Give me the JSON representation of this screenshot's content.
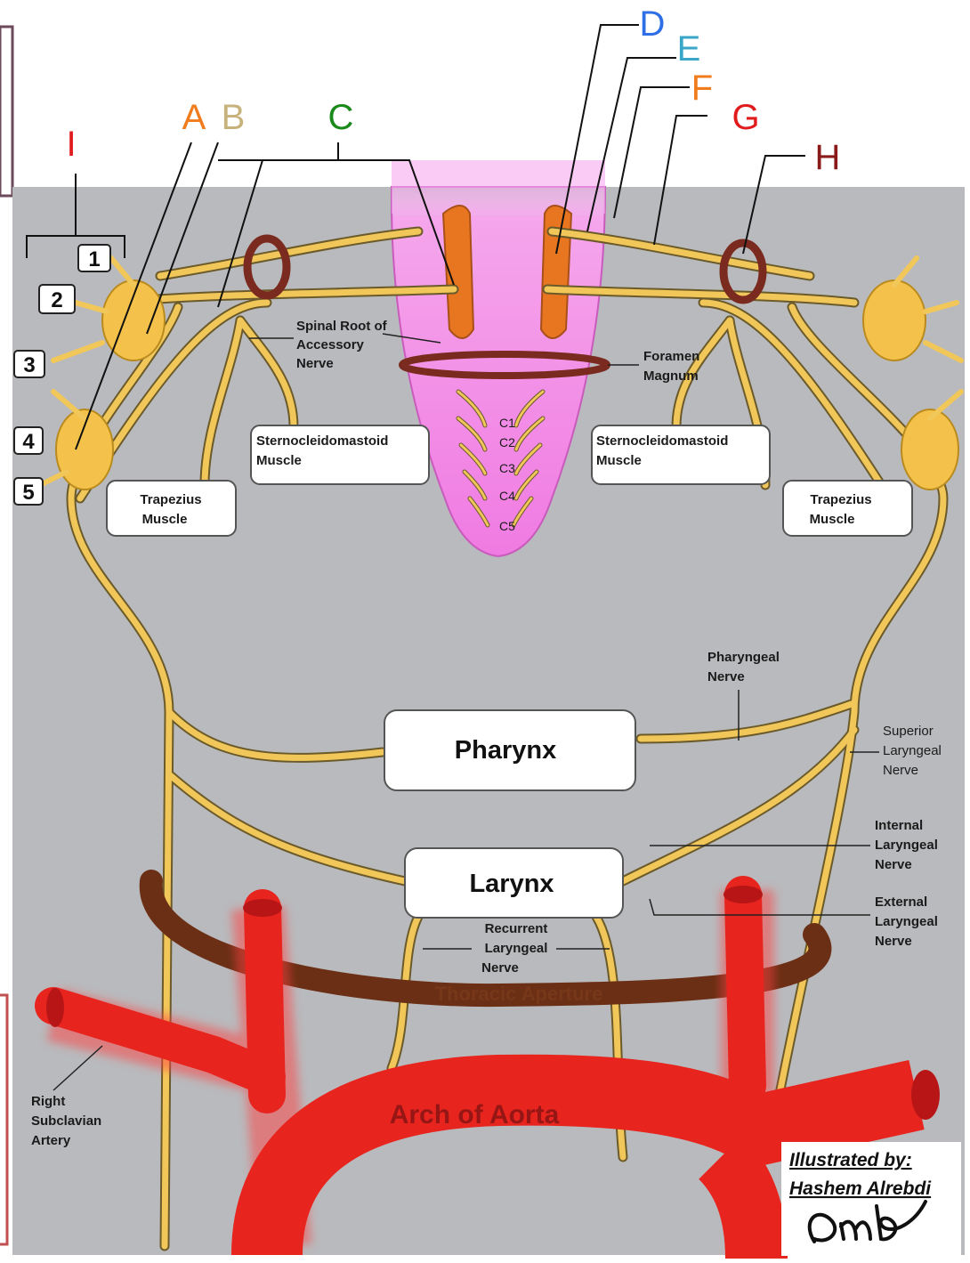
{
  "letters": {
    "A": {
      "text": "A",
      "color": "#f07c1e"
    },
    "B": {
      "text": "B",
      "color": "#c8b27c"
    },
    "C": {
      "text": "C",
      "color": "#1a8a1a"
    },
    "D": {
      "text": "D",
      "color": "#2f6fe6"
    },
    "E": {
      "text": "E",
      "color": "#3aa7c9"
    },
    "F": {
      "text": "F",
      "color": "#f07c1e"
    },
    "G": {
      "text": "G",
      "color": "#e11b1b"
    },
    "H": {
      "text": "H",
      "color": "#8a1a1a"
    },
    "I": {
      "text": "I",
      "color": "#e11b1b"
    }
  },
  "numbers": [
    "1",
    "2",
    "3",
    "4",
    "5"
  ],
  "labels": {
    "spinal_root": [
      "Spinal Root of",
      "Accessory",
      "Nerve"
    ],
    "foramen_magnum": [
      "Foramen",
      "Magnum"
    ],
    "scm_left": [
      "Sternocleidomastoid",
      "Muscle"
    ],
    "scm_right": [
      "Sternocleidomastoid",
      "Muscle"
    ],
    "trapezius_left": [
      "Trapezius",
      "Muscle"
    ],
    "trapezius_right": [
      "Trapezius",
      "Muscle"
    ],
    "cervical": [
      "C1",
      "C2",
      "C3",
      "C4",
      "C5"
    ],
    "pharyngeal_nerve": [
      "Pharyngeal",
      "Nerve"
    ],
    "superior_laryngeal": [
      "Superior",
      "Laryngeal",
      "Nerve"
    ],
    "internal_laryngeal": [
      "Internal",
      "Laryngeal",
      "Nerve"
    ],
    "external_laryngeal": [
      "External",
      "Laryngeal",
      "Nerve"
    ],
    "recurrent_laryngeal": [
      "Recurrent",
      "Laryngeal",
      "Nerve"
    ],
    "right_subclavian": [
      "Right",
      "Subclavian",
      "Artery"
    ],
    "pharynx": "Pharynx",
    "larynx": "Larynx",
    "thoracic_aperture": "Thoracic Aperture",
    "arch_of_aorta": "Arch of Aorta"
  },
  "credit": {
    "line1": "Illustrated by:",
    "line2": "Hashem Alrebdi"
  },
  "colors": {
    "background": "#b9babd",
    "nerve": "#f2c75a",
    "nerve_outline": "#6b5a2a",
    "spinal_cord": "#f27be0",
    "nucleus": "#e8751f",
    "foramen_ring": "#7a2a1f",
    "artery": "#e8241e",
    "aperture": "#6b2f16"
  }
}
